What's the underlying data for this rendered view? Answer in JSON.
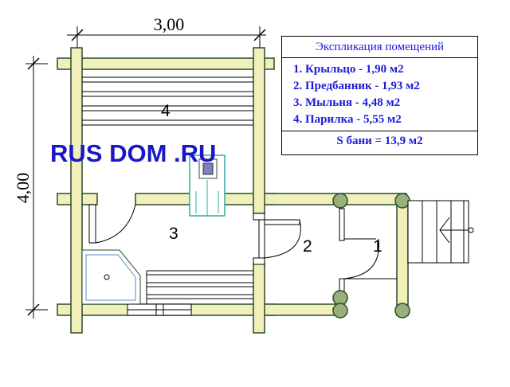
{
  "dimensions": {
    "width_label": "3,00",
    "height_label": "4,00"
  },
  "watermark": "RUS DOM .RU",
  "rooms": [
    {
      "number": "1"
    },
    {
      "number": "2"
    },
    {
      "number": "3"
    },
    {
      "number": "4"
    }
  ],
  "legend": {
    "title": "Экспликация помещений",
    "items": [
      "1. Крыльцо - 1,90 м2",
      "2. Предбанник - 1,93 м2",
      "3. Мыльня - 4,48 м2",
      "4. Парилка - 5,55 м2"
    ],
    "total": "S бани = 13,9 м2"
  },
  "colors": {
    "log_fill": "#f1f0bb",
    "log_stroke": "#2a4a2a",
    "post_fill": "#98b07a",
    "text_blue": "#1a1ad8",
    "watermark_blue": "#1818c8",
    "stove_stroke": "#2ab0a0"
  }
}
